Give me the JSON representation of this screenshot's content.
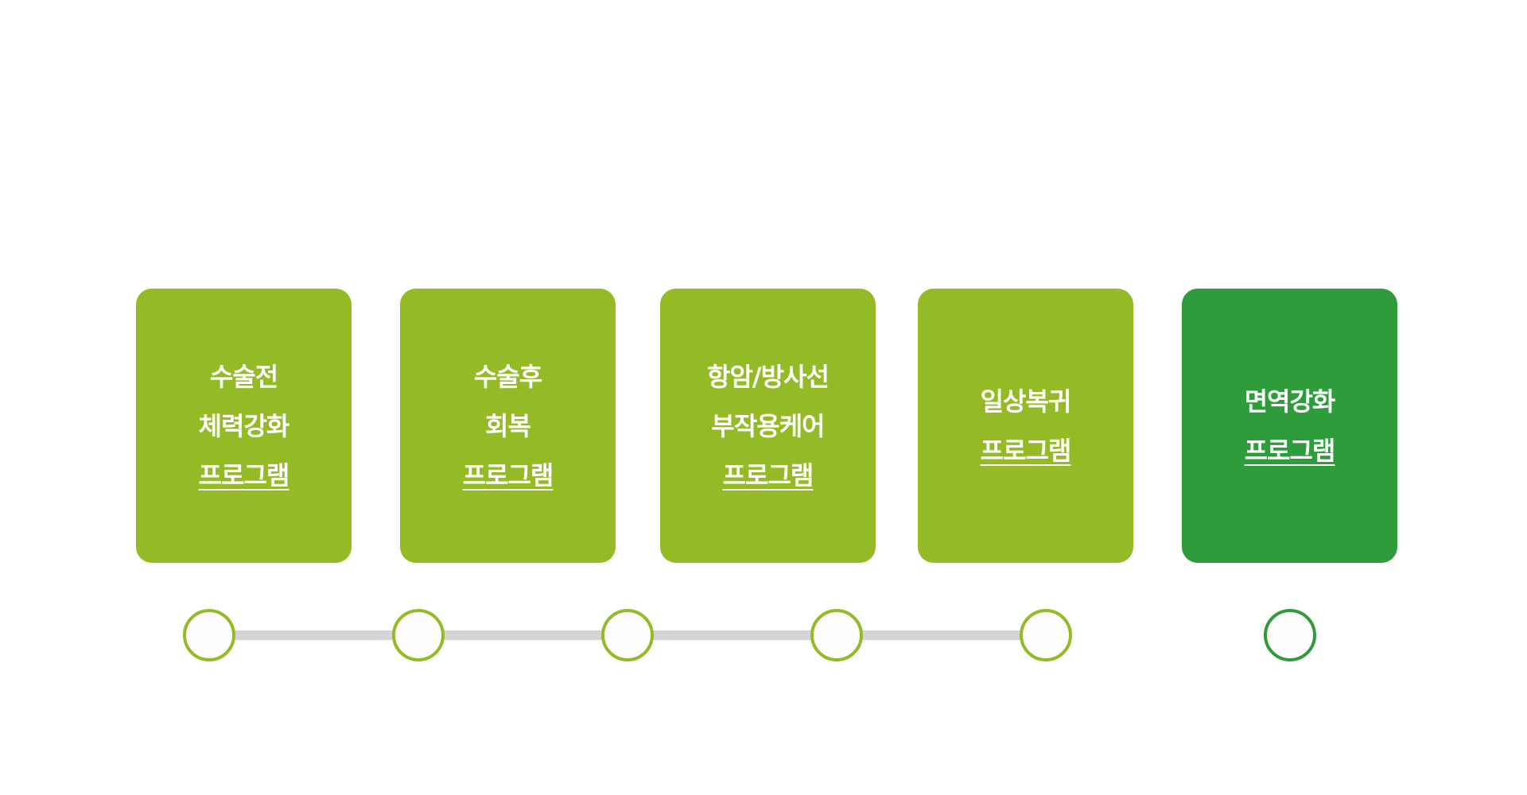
{
  "colors": {
    "card_light_green": "#94bb26",
    "card_dark_green": "#2e9c3a",
    "node_ring_light": "#92bb26",
    "node_ring_dark": "#2e9c3a",
    "node_fill": "#fefcfd",
    "track": "#d5d5d7",
    "text": "#ffffff"
  },
  "programs": [
    {
      "lines": [
        "수술전",
        "체력강화"
      ],
      "link_text": "프로그램",
      "theme": "light"
    },
    {
      "lines": [
        "수술후",
        "회복"
      ],
      "link_text": "프로그램",
      "theme": "light"
    },
    {
      "lines": [
        "항암/방사선",
        "부작용케어"
      ],
      "link_text": "프로그램",
      "theme": "light"
    },
    {
      "lines": [
        "일상복귀"
      ],
      "link_text": "프로그램",
      "theme": "light"
    },
    {
      "lines": [
        "면역강화"
      ],
      "link_text": "프로그램",
      "theme": "dark"
    }
  ]
}
